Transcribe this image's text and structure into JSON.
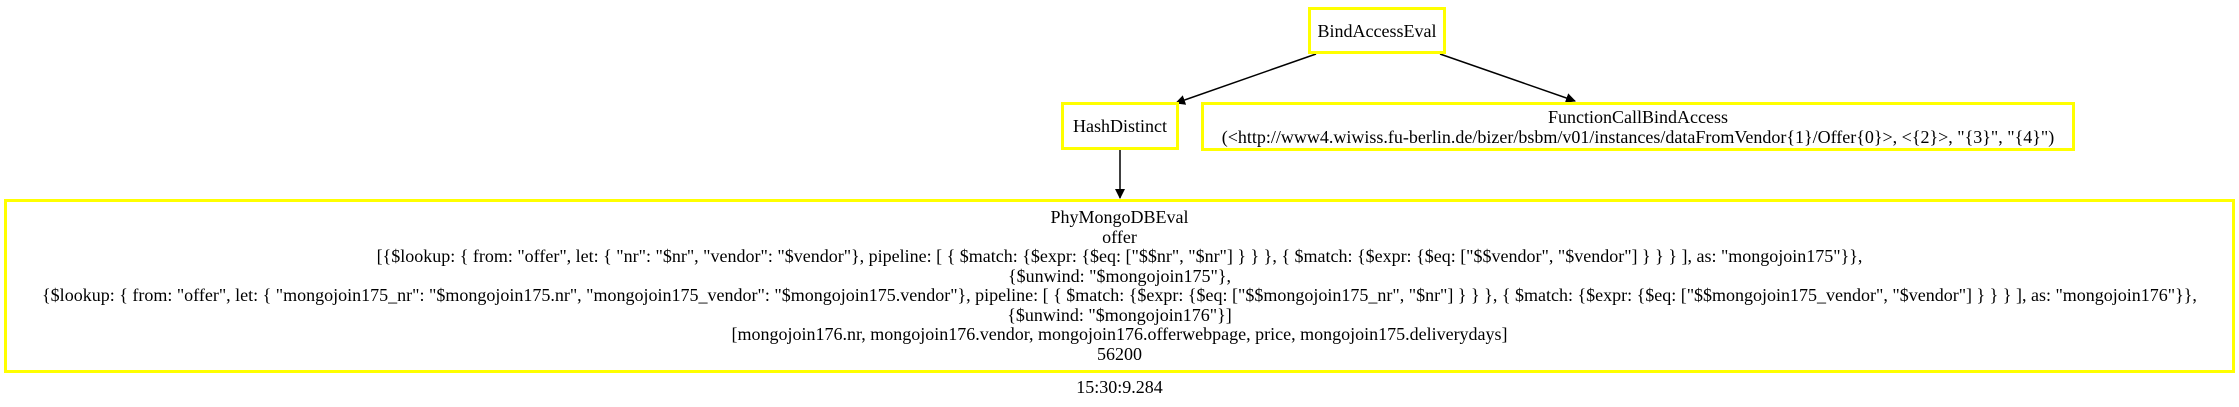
{
  "colors": {
    "node_border": "#ffff00",
    "edge": "#000000",
    "background": "#ffffff"
  },
  "nodes": {
    "bind_access_eval": {
      "label": "BindAccessEval"
    },
    "hash_distinct": {
      "label": "HashDistinct"
    },
    "function_call_bind_access": {
      "lines": [
        "FunctionCallBindAccess",
        "(<http://www4.wiwiss.fu-berlin.de/bizer/bsbm/v01/instances/dataFromVendor{1}/Offer{0}>, <{2}>, \"{3}\", \"{4}\")"
      ]
    },
    "phy_mongodb_eval": {
      "lines": [
        "PhyMongoDBEval",
        "offer",
        "[{$lookup: { from: \"offer\", let: { \"nr\": \"$nr\", \"vendor\": \"$vendor\"}, pipeline: [ { $match: {$expr: {$eq: [\"$$nr\", \"$nr\"] } } }, { $match: {$expr: {$eq: [\"$$vendor\", \"$vendor\"] } } } ], as: \"mongojoin175\"}},",
        "{$unwind: \"$mongojoin175\"},",
        "{$lookup: { from: \"offer\", let: { \"mongojoin175_nr\": \"$mongojoin175.nr\", \"mongojoin175_vendor\": \"$mongojoin175.vendor\"}, pipeline: [ { $match: {$expr: {$eq: [\"$$mongojoin175_nr\", \"$nr\"] } } }, { $match: {$expr: {$eq: [\"$$mongojoin175_vendor\", \"$vendor\"] } } } ], as: \"mongojoin176\"}},",
        "{$unwind: \"$mongojoin176\"}]",
        "[mongojoin176.nr, mongojoin176.vendor, mongojoin176.offerwebpage, price, mongojoin175.deliverydays]",
        "56200"
      ]
    }
  },
  "timestamp": "15:30:9.284"
}
